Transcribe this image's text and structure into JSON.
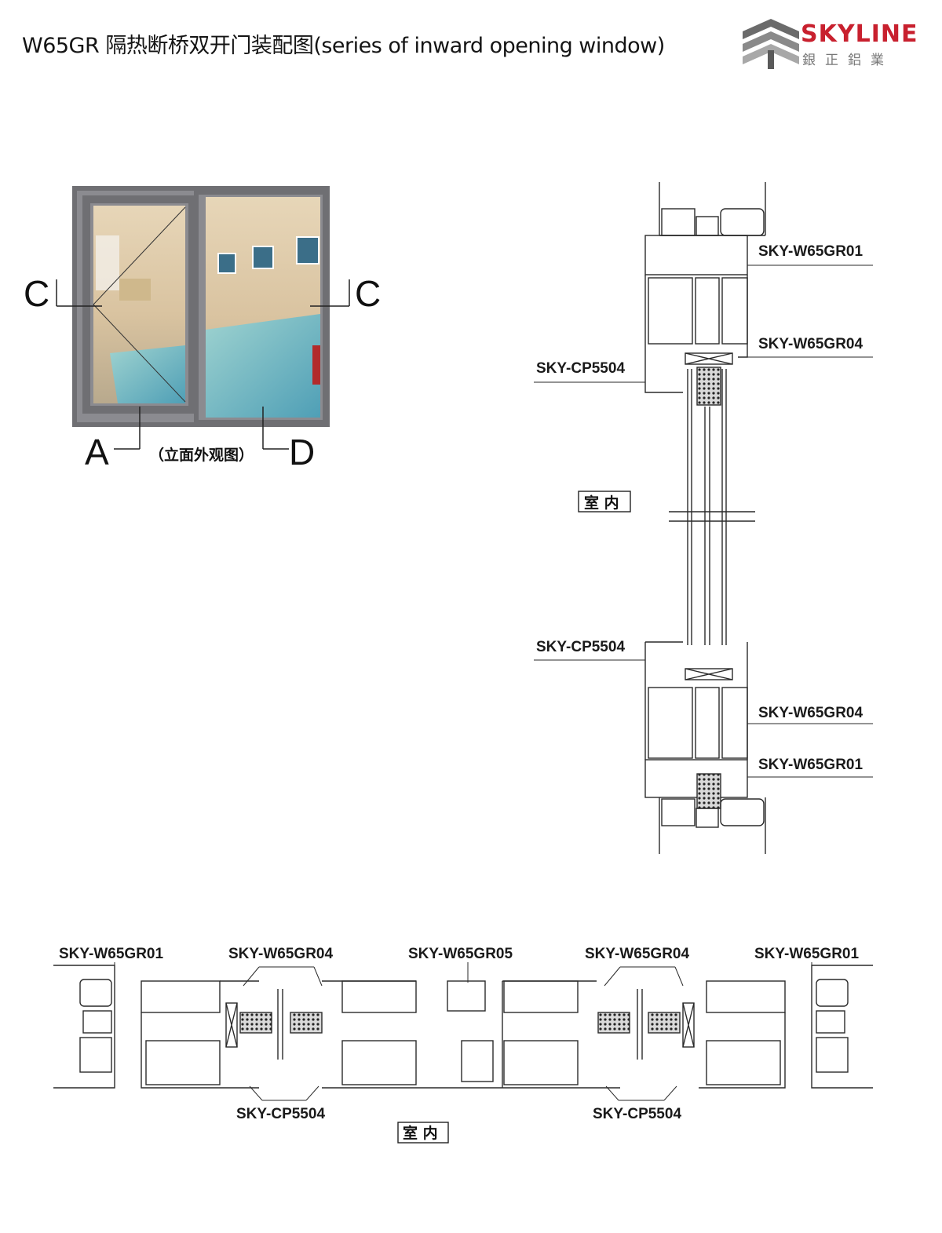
{
  "header": {
    "title": "W65GR 隔热断桥双开门装配图(series of inward opening window)",
    "brand_name": "SKYLINE",
    "brand_sub": "銀正鋁業"
  },
  "elevation": {
    "caption": "（立面外观图）",
    "labels": {
      "left_c": "C",
      "right_c": "C",
      "a": "A",
      "d": "D"
    }
  },
  "vertical_section": {
    "labels": [
      "SKY-W65GR01",
      "SKY-W65GR04",
      "SKY-CP5504",
      "SKY-CP5504",
      "SKY-W65GR04",
      "SKY-W65GR01"
    ],
    "room_label": "室 内"
  },
  "horizontal_section": {
    "top_labels": [
      "SKY-W65GR01",
      "SKY-W65GR04",
      "SKY-W65GR05",
      "SKY-W65GR04",
      "SKY-W65GR01"
    ],
    "bottom_labels": [
      "SKY-CP5504",
      "SKY-CP5504"
    ],
    "room_label": "室 内"
  },
  "colors": {
    "frame": "#6f6f73",
    "brand_red": "#c8202e",
    "line": "#2a2a2a"
  }
}
